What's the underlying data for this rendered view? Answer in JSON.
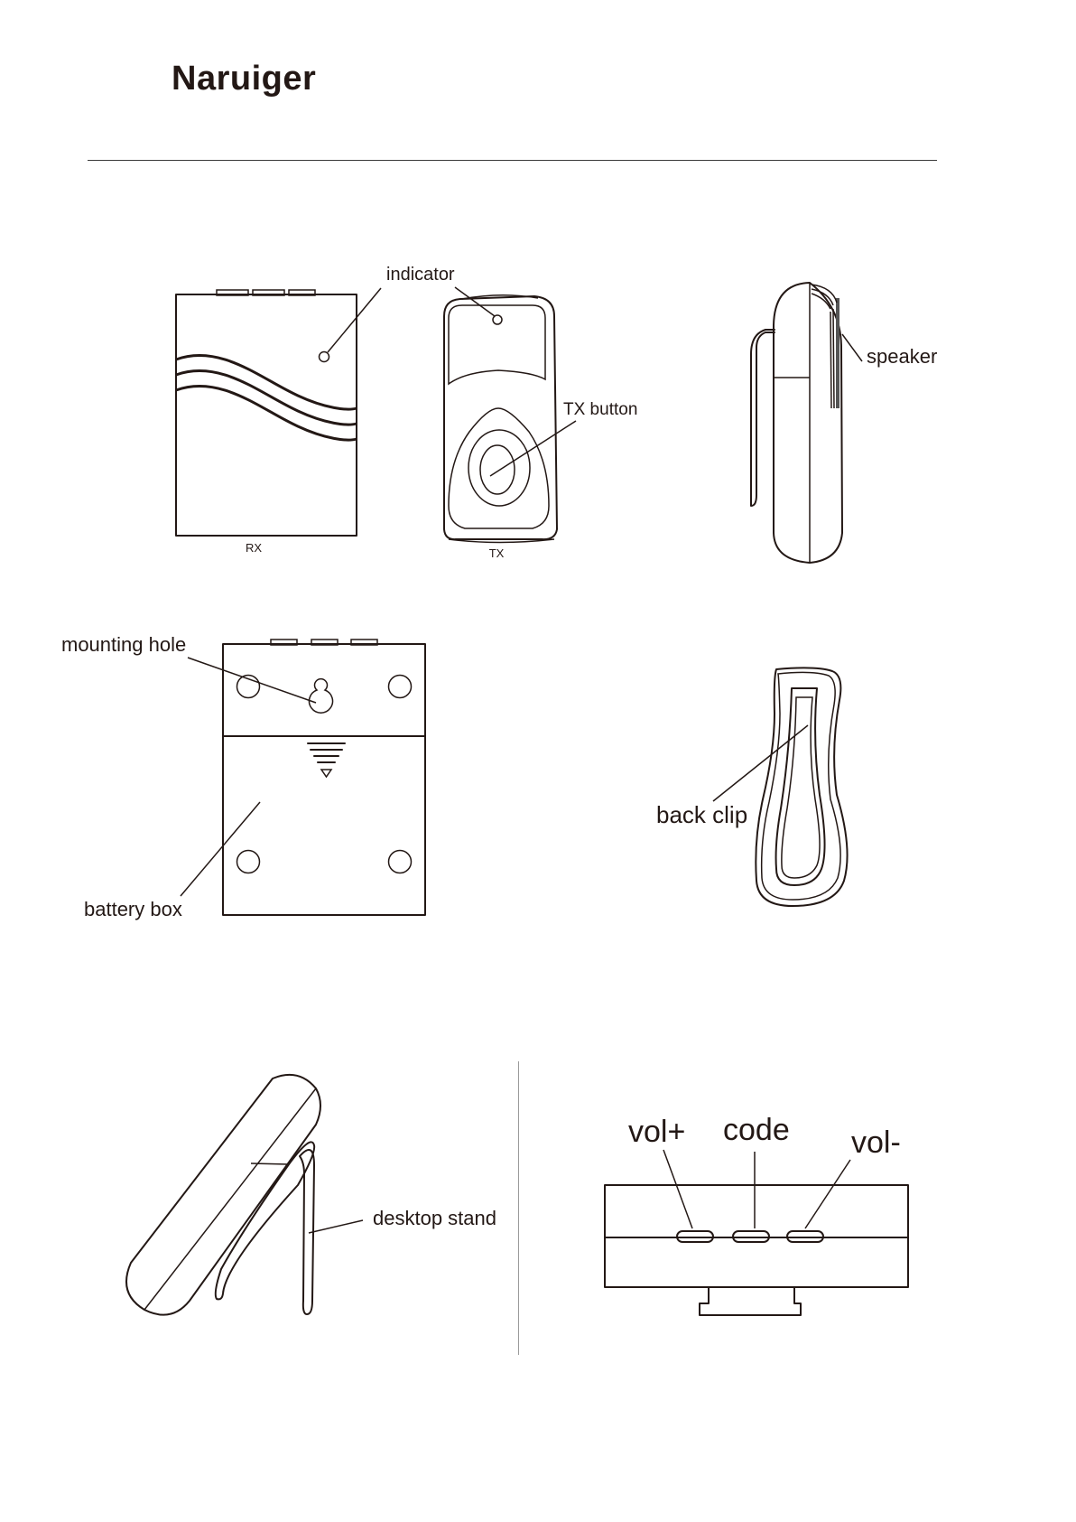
{
  "brand": "Naruiger",
  "labels": {
    "indicator": "indicator",
    "tx_button": "TX button",
    "rx": "RX",
    "tx": "TX",
    "speaker": "speaker",
    "mounting_hole": "mounting hole",
    "battery_box": "battery box",
    "back_clip": "back clip",
    "desktop_stand": "desktop stand",
    "vol_plus": "vol+",
    "code": "code",
    "vol_minus": "vol-"
  }
}
